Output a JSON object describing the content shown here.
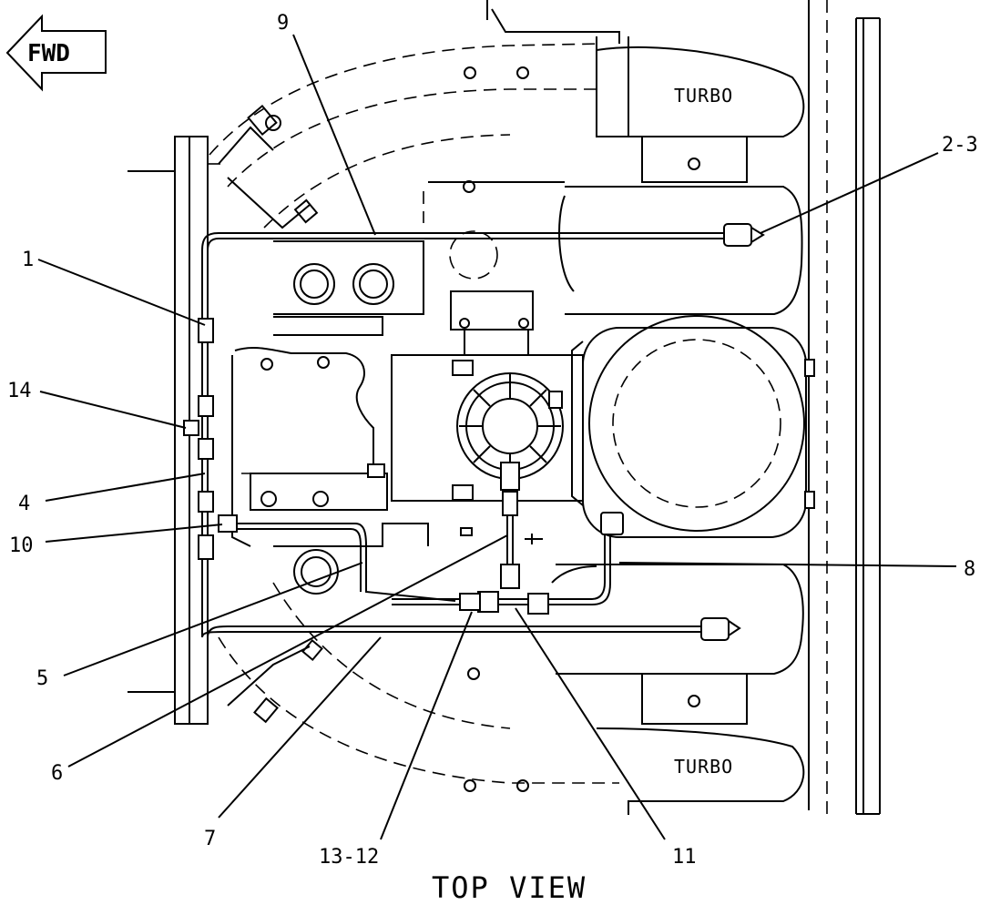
{
  "orientation": {
    "label": "FWD"
  },
  "view_title": "TOP VIEW",
  "component_labels": {
    "turbo_upper": "TURBO",
    "turbo_lower": "TURBO"
  },
  "callouts": {
    "c1": "1",
    "c2_3": "2-3",
    "c4": "4",
    "c5": "5",
    "c6": "6",
    "c7": "7",
    "c8": "8",
    "c9": "9",
    "c10": "10",
    "c11": "11",
    "c13_12": "13-12",
    "c14": "14"
  }
}
